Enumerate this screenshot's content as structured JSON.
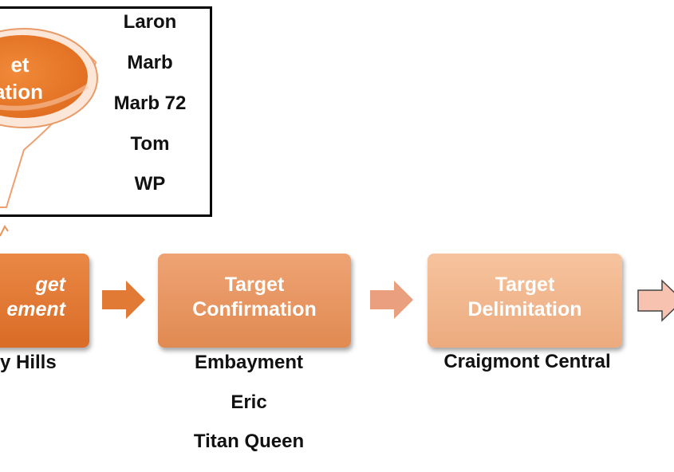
{
  "funnel": {
    "line1": "et",
    "line2": "ation",
    "items": [
      "Laron",
      "Marb",
      "Marb 72",
      "Tom",
      "WP"
    ]
  },
  "stages": [
    {
      "line1": "get",
      "line2": "ement",
      "items": [
        "y Hills"
      ]
    },
    {
      "line1": "Target",
      "line2": "Confirmation",
      "items": [
        "Embayment",
        "Eric",
        "Titan Queen"
      ]
    },
    {
      "line1": "Target",
      "line2": "Delimitation",
      "items": [
        "Craigmont Central"
      ]
    }
  ],
  "colors": {
    "stage1": "#e07a34",
    "stage2": "#e8935a",
    "stage3": "#f0b287",
    "arrow1": "#e07a34",
    "arrow2": "#eaa07e",
    "arrow3": "#f7c3b0"
  }
}
